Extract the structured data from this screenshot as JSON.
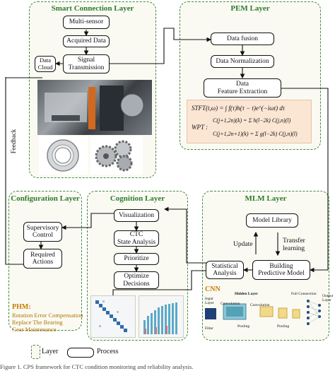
{
  "layers": {
    "smart": "Smart Connection Layer",
    "pem": "PEM Layer",
    "config": "Configuration Layer",
    "cognition": "Cognition Layer",
    "mlm": "MLM Layer"
  },
  "smart": {
    "multi_sensor": "Multi-sensor",
    "acquired": "Acquired Data",
    "signal": "Signal\nTransmission",
    "cloud": "Data\nCloud"
  },
  "pem": {
    "fusion": "Data fusion",
    "normalization": "Data Normalization",
    "feature": "Data\nFeature Extraction"
  },
  "formula": {
    "stft": "STFT(t,ω) = ∫ f(τ)h(τ − t)e^(−iωt) dτ",
    "wpt_label": "WPT :",
    "wpt_1": "C(j+1,2n)(k) = Σ h(l−2k) C(j,n)(l)",
    "wpt_2": "C(j+1,2n+1)(k) = Σ g(l−2k) C(j,n)(l)"
  },
  "config": {
    "supervisory": "Supervisory\nControl",
    "required": "Required\nActions"
  },
  "phm": {
    "title": "PHM:",
    "items": [
      "Rotation Error Compensation",
      "Replace The Bearing",
      "Gear Maintenance"
    ]
  },
  "cognition": {
    "visualization": "Visualization",
    "ctc": "CTC\nState Analysis",
    "prioritize": "Prioritize",
    "optimize": "Optimize\nDecisions"
  },
  "mlm": {
    "library": "Model Library",
    "building": "Building\nPredictive Model",
    "statistical": "Statistical\nAnalysis",
    "update": "Update",
    "transfer": "Transfer\nlearning"
  },
  "cnn": {
    "title": "CNN",
    "input": "Input\nLayer",
    "hidden": "Hidden Layer",
    "convolution1": "Convolution",
    "convolution2": "Convolution",
    "pooling1": "Pooling",
    "pooling2": "Pooling",
    "full": "Full Connection",
    "output": "Output\nLayer",
    "filter": "Filter"
  },
  "feedback": "Feedback",
  "legend": {
    "layer": "Layer",
    "process": "Process"
  },
  "caption": "Figure 1. CPS framework for CTC condition monitoring and reliability analysis.",
  "colors": {
    "layer_border": "#3e8a3e",
    "title": "#2d7a2d",
    "phm": "#c57b00",
    "formula_bg": "#fbe5d3"
  }
}
